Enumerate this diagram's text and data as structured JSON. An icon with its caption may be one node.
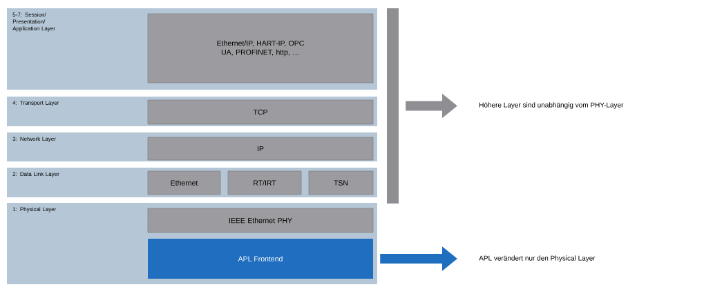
{
  "diagram": {
    "nodes": [
      {
        "text": [
          "5-7: Session/ Presentation/ Application Layer"
        ]
      },
      {
        "text": [
          "Ethernet/IP,  HART-IP, OPC UA, PROFINET, http, …"
        ],
        "in": 0
      },
      {
        "text": [
          "4: Transport Layer"
        ]
      },
      {
        "text": [
          "TCP"
        ],
        "in": 2
      },
      {
        "text": [
          "3: Network Layer"
        ]
      },
      {
        "text": [
          "IP"
        ],
        "in": 4
      },
      {
        "text": [
          "2: Data Link Layer"
        ]
      },
      {
        "text": [
          "Ethernet"
        ],
        "in": 6
      },
      {
        "text": [
          "RT/IRT"
        ],
        "in": 6
      },
      {
        "text": [
          "TSN"
        ],
        "in": 6
      },
      {
        "text": [
          "1: Physical Layer"
        ]
      },
      {
        "text": [
          "IEEE Ethernet PHY"
        ],
        "in": 10
      },
      {
        "text": [
          "APL Frontend"
        ],
        "in": 10
      },
      {
        "text": [],
        "shape": "bar"
      },
      {
        "text": [
          "Höhere Layer sind unabhängig vom PHY-Layer"
        ]
      },
      {
        "text": [
          "APL verändert nur den Physical Layer"
        ]
      }
    ],
    "edges": [
      {
        "from": 13,
        "to": 14,
        "arrow": "to"
      },
      {
        "from": 12,
        "to": 15,
        "arrow": "to",
        "color": "#1f6ec0"
      }
    ]
  }
}
